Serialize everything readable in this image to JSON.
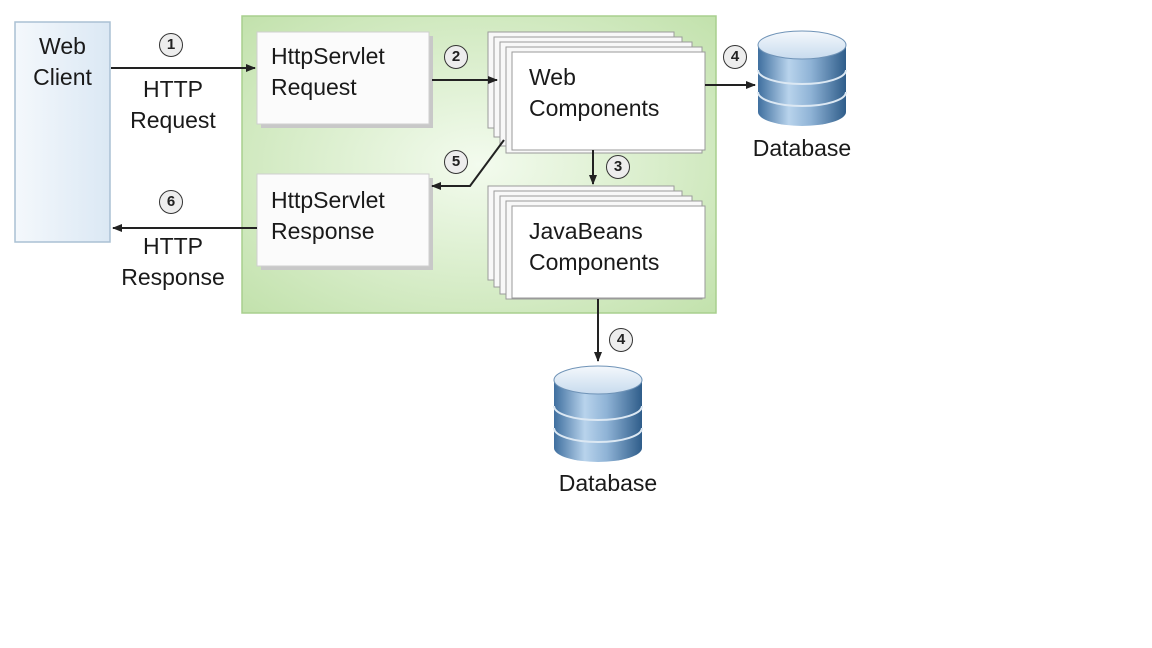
{
  "web_client": {
    "line1": "Web",
    "line2": "Client"
  },
  "http_request": {
    "line1": "HTTP",
    "line2": "Request"
  },
  "http_response": {
    "line1": "HTTP",
    "line2": "Response"
  },
  "servlet_request": {
    "line1": "HttpServlet",
    "line2": "Request"
  },
  "servlet_response": {
    "line1": "HttpServlet",
    "line2": "Response"
  },
  "web_components": {
    "line1": "Web",
    "line2": "Components"
  },
  "javabeans_components": {
    "line1": "JavaBeans",
    "line2": "Components"
  },
  "database_right": "Database",
  "database_bottom": "Database",
  "steps": {
    "s1": "1",
    "s2": "2",
    "s3": "3",
    "s4a": "4",
    "s4b": "4",
    "s5": "5",
    "s6": "6"
  },
  "colors": {
    "container_green": "#d4ebc4",
    "client_blue": "#e3eef7",
    "database_blue": "#8fb3d6"
  }
}
